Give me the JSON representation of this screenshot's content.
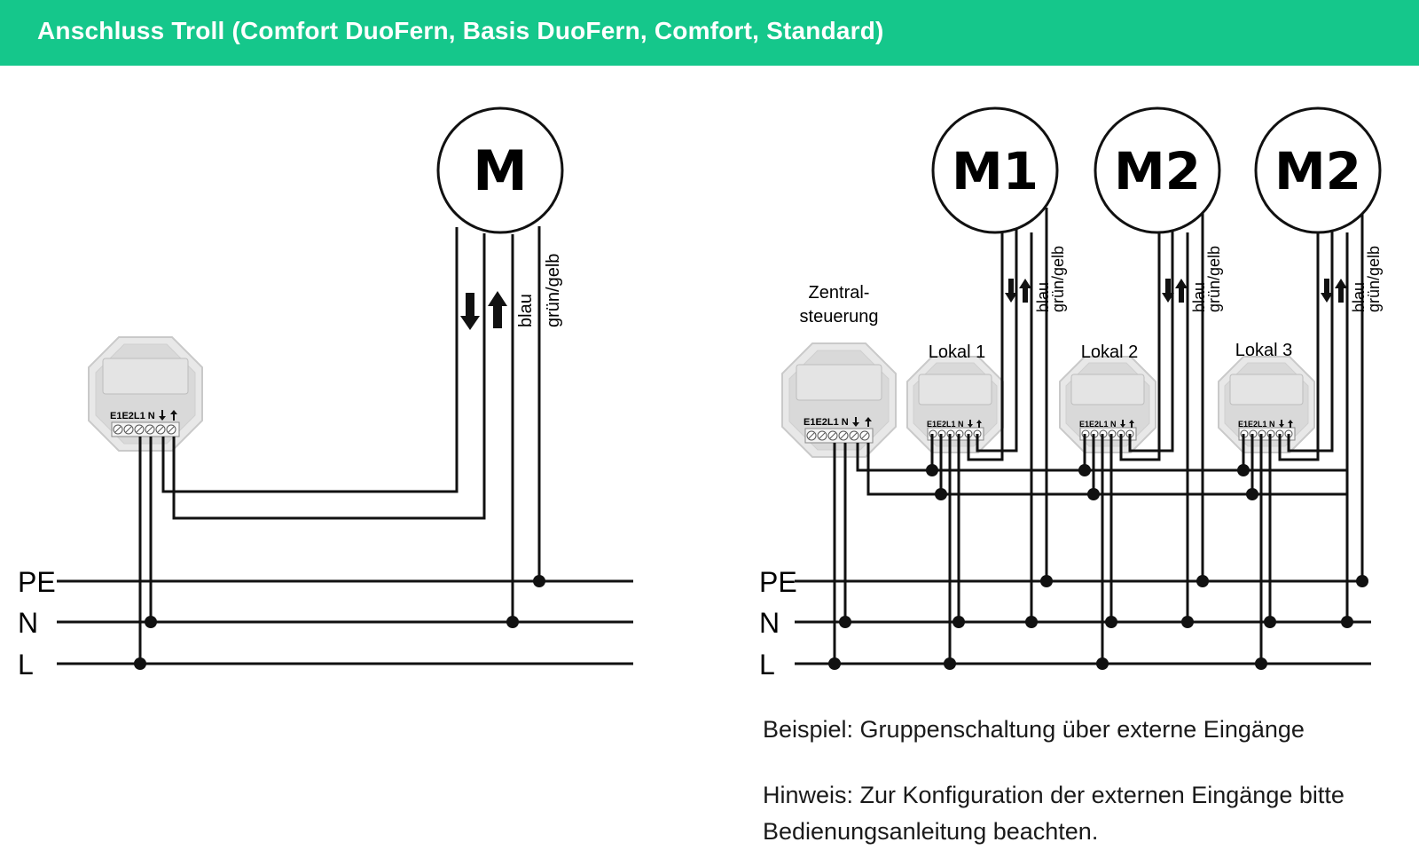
{
  "header": {
    "title": "Anschluss Troll (Comfort DuoFern, Basis DuoFern, Comfort, Standard)"
  },
  "colors": {
    "banner": "#15c78b",
    "line": "#111111",
    "device_fill": "#dcdcdc"
  },
  "left_diagram": {
    "motor_label": "M",
    "wire_labels": {
      "blue": "blau",
      "green_yellow": "grün/gelb"
    },
    "device_terminals": "E1E2L1 N",
    "bus_labels": {
      "pe": "PE",
      "n": "N",
      "l": "L"
    }
  },
  "right_diagram": {
    "motors": [
      {
        "label": "M1"
      },
      {
        "label": "M2"
      },
      {
        "label": "M2"
      }
    ],
    "wire_labels": {
      "blue": "blau",
      "green_yellow": "grün/gelb"
    },
    "central_control": {
      "line1": "Zentral-",
      "line2": "steuerung"
    },
    "local_labels": [
      "Lokal 1",
      "Lokal 2",
      "Lokal 3"
    ],
    "device_terminals": "E1E2L1 N",
    "bus_labels": {
      "pe": "PE",
      "n": "N",
      "l": "L"
    }
  },
  "notes": {
    "example": "Beispiel: Gruppenschaltung über externe Eingänge",
    "hint_line1": "Hinweis: Zur Konfiguration der externen Eingänge bitte",
    "hint_line2": "Bedienungsanleitung beachten."
  }
}
